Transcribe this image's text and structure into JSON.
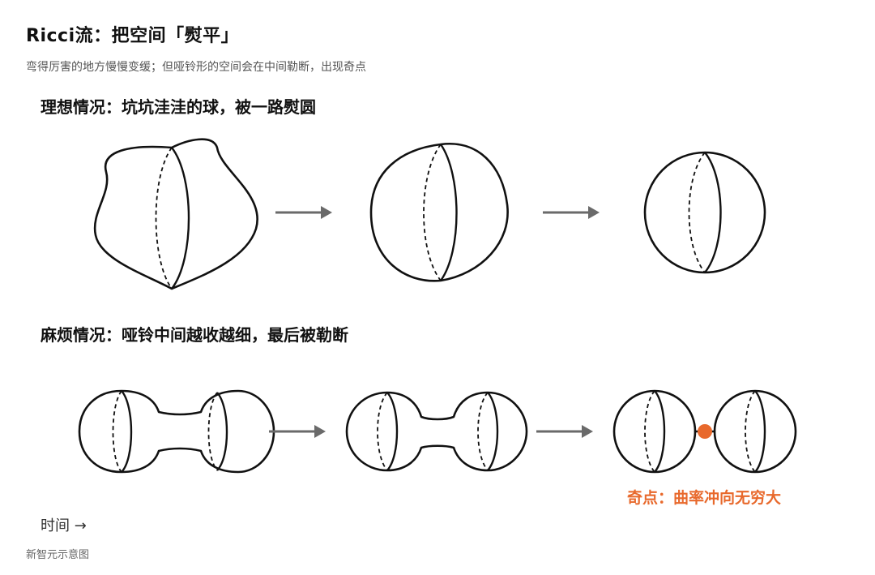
{
  "header": {
    "title": "Ricci流：把空间「熨平」",
    "subtitle": "弯得厉害的地方慢慢变缓；但哑铃形的空间会在中间勒断，出现奇点"
  },
  "sections": {
    "ideal_title": "理想情况：坑坑洼洼的球，被一路熨圆",
    "trouble_title": "麻烦情况：哑铃中间越收越细，最后被勒断"
  },
  "singularity": {
    "label": "奇点：曲率冲向无穷大",
    "color": "#e8692c"
  },
  "time_label": "时间 →",
  "footer": "新智元示意图",
  "colors": {
    "stroke": "#111111",
    "arrow": "#6a6a6a"
  }
}
